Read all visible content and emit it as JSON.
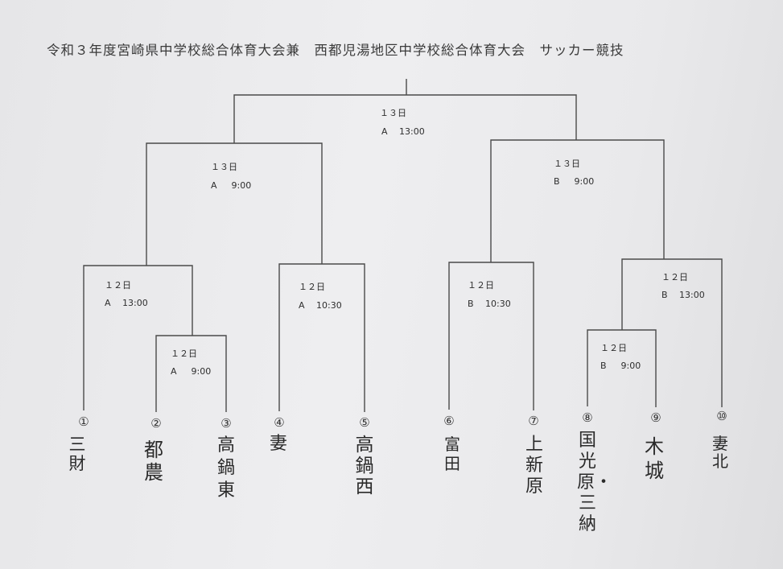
{
  "title": "令和３年度宮崎県中学校総合体育大会兼　西都児湯地区中学校総合体育大会　サッカー競技",
  "matches": {
    "final": {
      "day": "１３日",
      "court_time": "A　 13:00"
    },
    "semi_left": {
      "day": "１３日",
      "court_time": "A　  9:00"
    },
    "semi_right": {
      "day": "１３日",
      "court_time": "B　  9:00"
    },
    "qf1": {
      "day": "１２日",
      "court_time": "A　 13:00"
    },
    "r1_a": {
      "day": "１２日",
      "court_time": "A　  9:00"
    },
    "qf2": {
      "day": "１２日",
      "court_time": "A　 10:30"
    },
    "qf3": {
      "day": "１２日",
      "court_time": "B　 10:30"
    },
    "qf4": {
      "day": "１２日",
      "court_time": "B　 13:00"
    },
    "r1_b": {
      "day": "１２日",
      "court_time": "B　  9:00"
    }
  },
  "teams": [
    {
      "num": "①",
      "name": "三財"
    },
    {
      "num": "②",
      "name": "都農"
    },
    {
      "num": "③",
      "name": "高鍋東"
    },
    {
      "num": "④",
      "name": "妻"
    },
    {
      "num": "⑤",
      "name": "高鍋西"
    },
    {
      "num": "⑥",
      "name": "富田"
    },
    {
      "num": "⑦",
      "name": "上新原"
    },
    {
      "num": "⑧",
      "name": "国光原・三納"
    },
    {
      "num": "⑨",
      "name": "木城"
    },
    {
      "num": "⑩",
      "name": "妻北"
    }
  ]
}
